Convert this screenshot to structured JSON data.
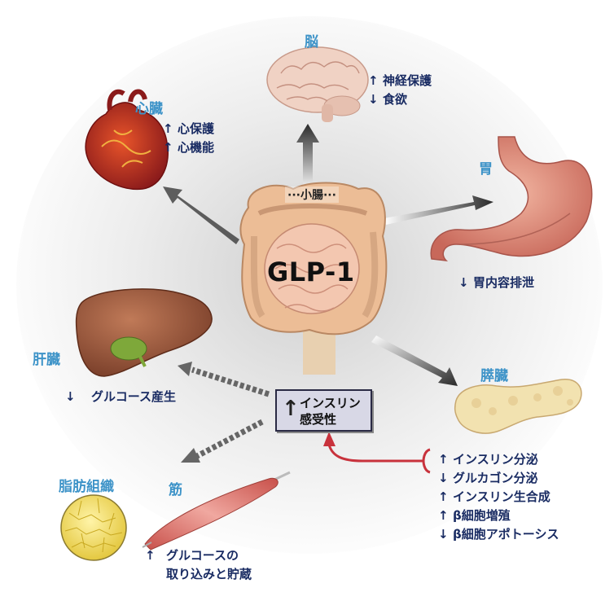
{
  "center": {
    "hormone": "GLP-1",
    "source": "···小腸···"
  },
  "insulin_sensitivity": {
    "arrow": "↑",
    "line1": "インスリン",
    "line2": "感受性"
  },
  "organs": {
    "brain": {
      "label": "脳",
      "effects": [
        {
          "arrow": "↑",
          "text": "神経保護"
        },
        {
          "arrow": "↓",
          "text": "食欲"
        }
      ]
    },
    "heart": {
      "label": "心臓",
      "effects": [
        {
          "arrow": "↑",
          "text": "心保護"
        },
        {
          "arrow": "↑",
          "text": "心機能"
        }
      ]
    },
    "stomach": {
      "label": "胃",
      "effects": [
        {
          "arrow": "↓",
          "text": "胃内容排泄"
        }
      ]
    },
    "liver": {
      "label": "肝臓",
      "effects": [
        {
          "arrow": "↓",
          "text": "グルコース産生"
        }
      ]
    },
    "pancreas": {
      "label": "膵臓",
      "effects": [
        {
          "arrow": "↑",
          "text": "インスリン分泌"
        },
        {
          "arrow": "↓",
          "text": "グルカゴン分泌"
        },
        {
          "arrow": "↑",
          "text": "インスリン生合成"
        },
        {
          "arrow": "↑",
          "text": "β細胞増殖"
        },
        {
          "arrow": "↓",
          "text": "β細胞アポトーシス"
        }
      ]
    },
    "adipose": {
      "label": "脂肪組織"
    },
    "muscle": {
      "label": "筋",
      "effects": [
        {
          "arrow": "↑",
          "line1": "グルコースの",
          "line2": "取り込みと貯蔵"
        }
      ]
    }
  },
  "colors": {
    "label_blue": "#3d93c8",
    "text_navy": "#1a2c63",
    "feedback_red": "#c8323c",
    "intestine": "#e7b891"
  }
}
